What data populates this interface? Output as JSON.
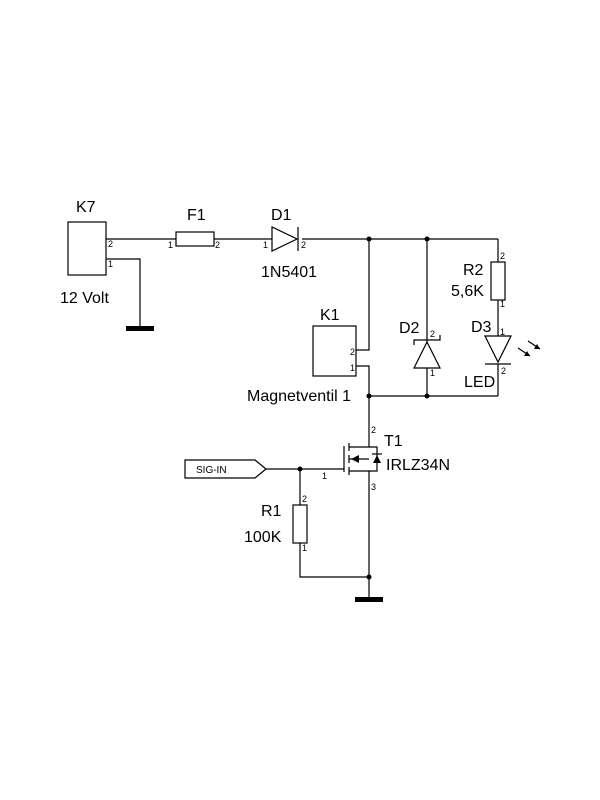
{
  "components": {
    "k7": {
      "ref": "K7",
      "value": "12 Volt",
      "pin1": "1",
      "pin2": "2"
    },
    "f1": {
      "ref": "F1",
      "pin1": "1",
      "pin2": "2"
    },
    "d1": {
      "ref": "D1",
      "value": "1N5401",
      "pin1": "1",
      "pin2": "2"
    },
    "k1": {
      "ref": "K1",
      "value": "Magnetventil 1",
      "pin1": "1",
      "pin2": "2"
    },
    "d2": {
      "ref": "D2",
      "pin1": "1",
      "pin2": "2"
    },
    "r2": {
      "ref": "R2",
      "value": "5,6K",
      "pin1": "1",
      "pin2": "2"
    },
    "d3": {
      "ref": "D3",
      "value": "LED",
      "pin1": "1",
      "pin2": "2"
    },
    "t1": {
      "ref": "T1",
      "value": "IRLZ34N",
      "pin1": "1",
      "pin2": "2",
      "pin3": "3"
    },
    "r1": {
      "ref": "R1",
      "value": "100K",
      "pin1": "1",
      "pin2": "2"
    }
  },
  "ports": {
    "sig_in": "SIG-IN"
  }
}
